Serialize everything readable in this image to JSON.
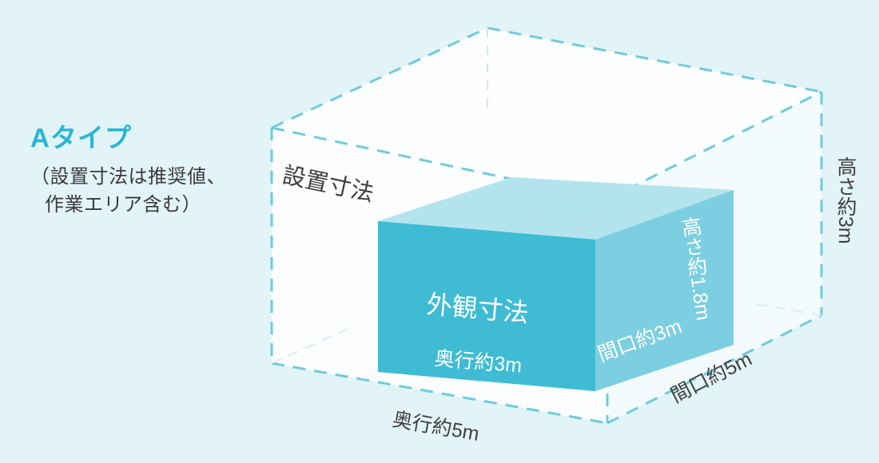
{
  "diagram": {
    "title": "Aタイプ",
    "note_lines": [
      "（設置寸法は推奨値、",
      "作業エリア含む）"
    ],
    "colors": {
      "background": "#e2f4f8",
      "accent": "#29b6d4",
      "wire_stroke": "#6fcbdd",
      "wire_fill": "#f7fcfd",
      "box_left": "#3fbcd4",
      "box_right": "#7ccfe0",
      "box_top": "#b3e4ee",
      "label_dark": "#3f3f3f",
      "label_light": "#ffffff"
    },
    "outer_volume": {
      "name": "設置寸法",
      "label": "設置寸法",
      "depth": "奥行約5m",
      "width": "間口約5m",
      "height": "高さ約3m"
    },
    "inner_box": {
      "name": "外観寸法",
      "label": "外観寸法",
      "depth": "奥行約3m",
      "width": "間口約3m",
      "height": "高さ約1.8m"
    }
  }
}
